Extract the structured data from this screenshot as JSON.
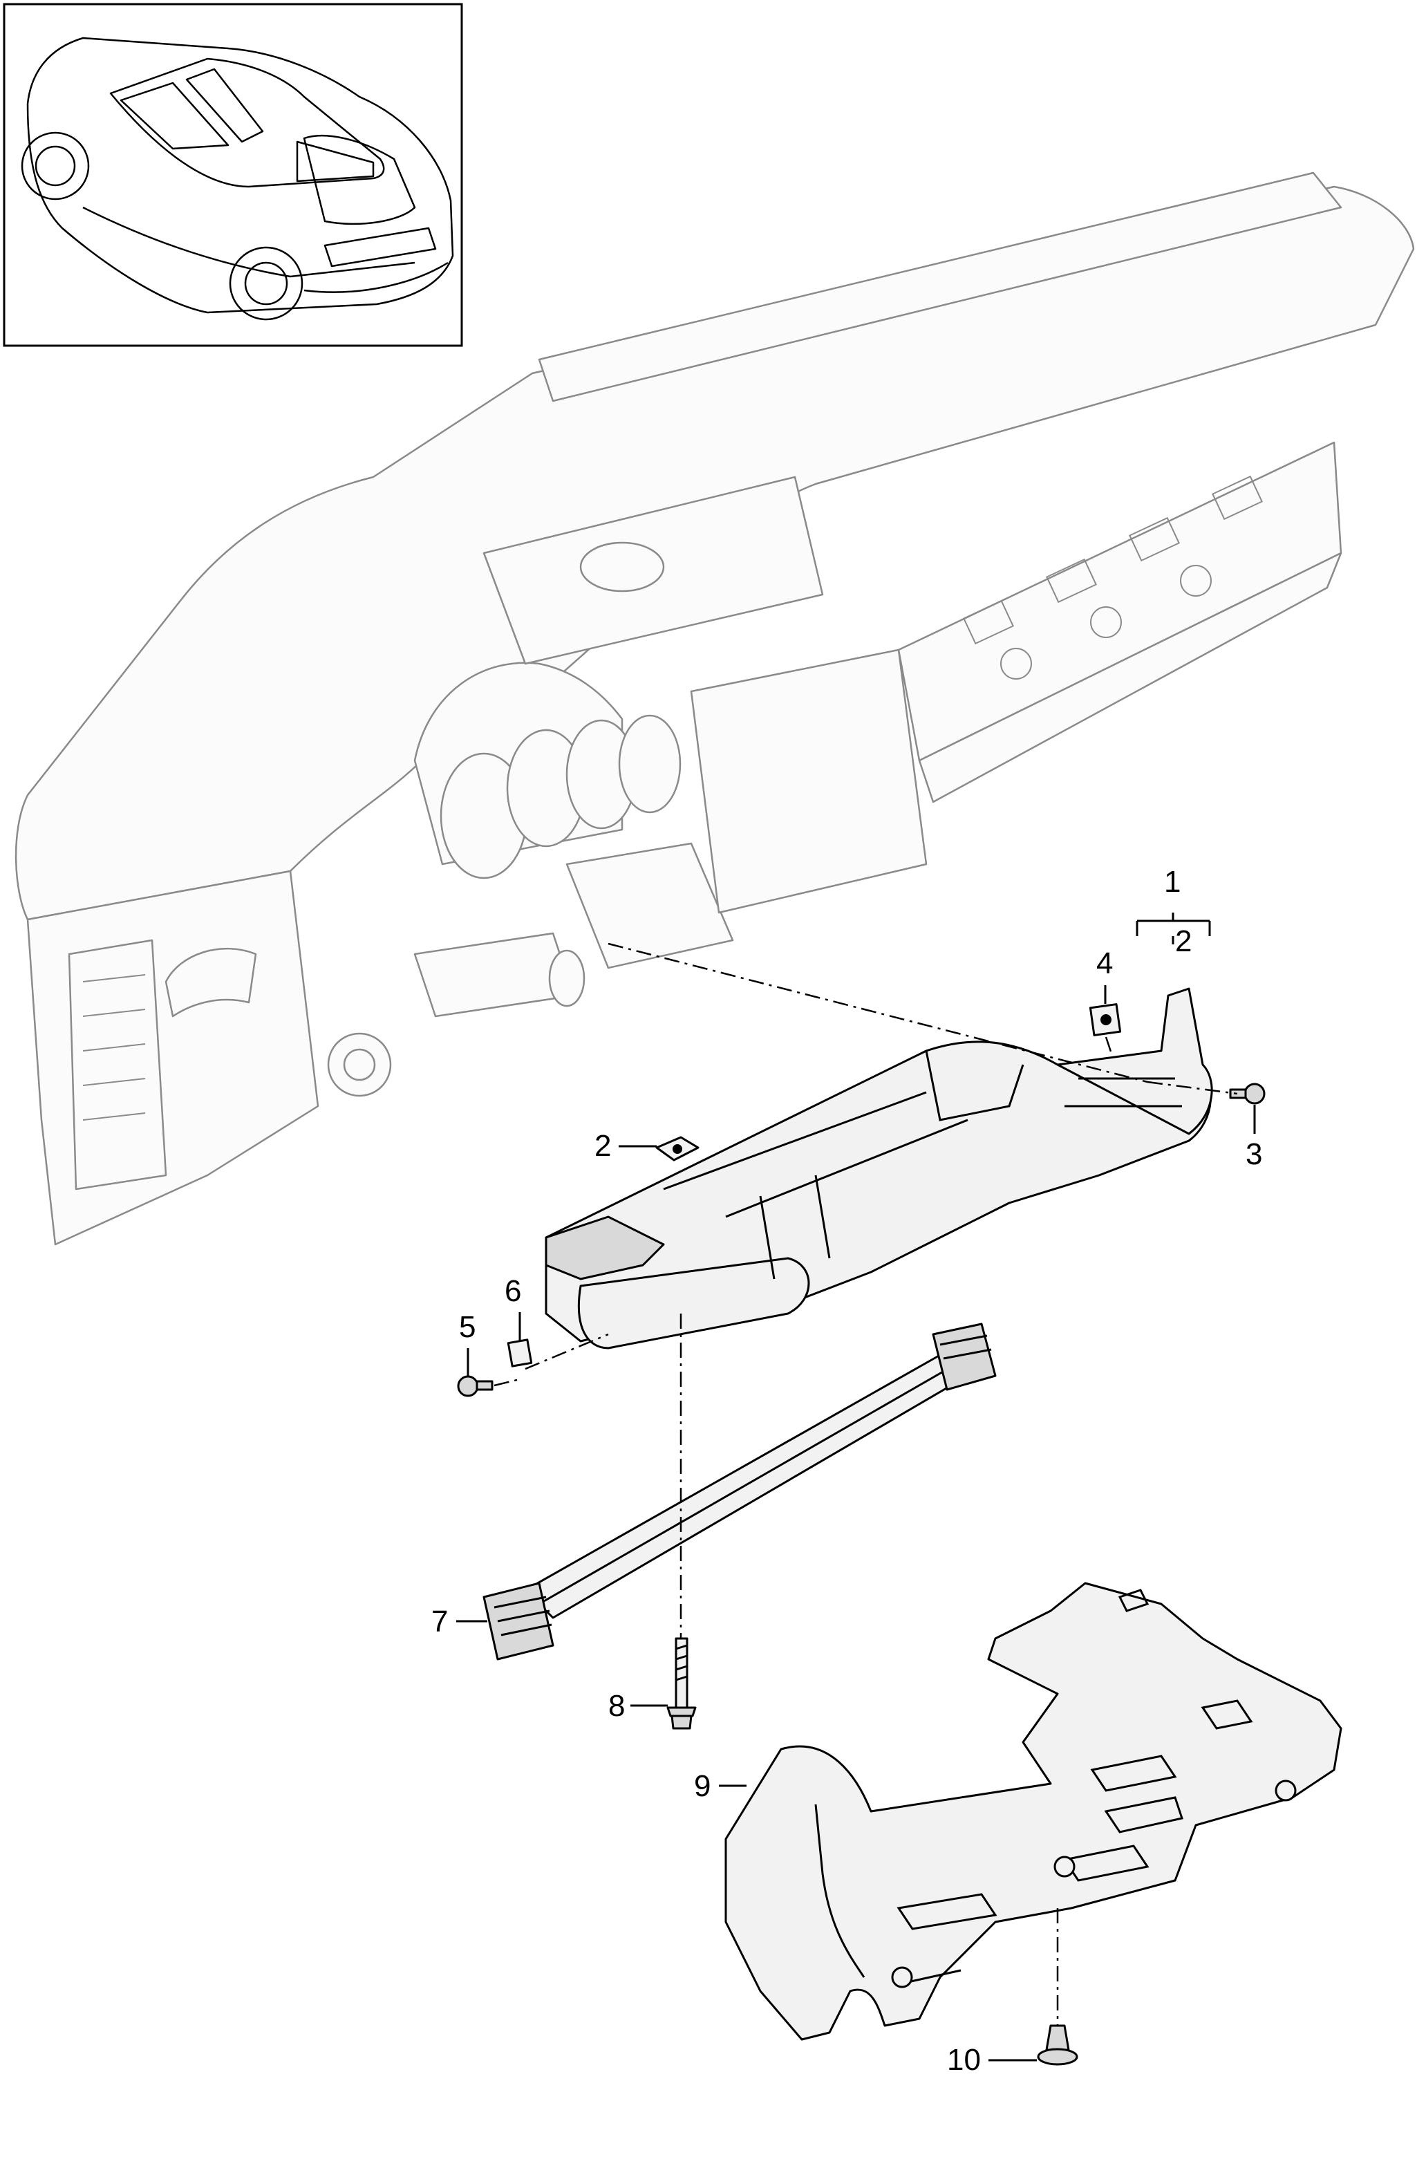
{
  "diagram": {
    "callouts": [
      {
        "id": "1",
        "label": "1"
      },
      {
        "id": "2a",
        "label": "2"
      },
      {
        "id": "2b",
        "label": "2"
      },
      {
        "id": "3",
        "label": "3"
      },
      {
        "id": "4",
        "label": "4"
      },
      {
        "id": "5",
        "label": "5"
      },
      {
        "id": "6",
        "label": "6"
      },
      {
        "id": "7",
        "label": "7"
      },
      {
        "id": "8",
        "label": "8"
      },
      {
        "id": "9",
        "label": "9"
      },
      {
        "id": "10",
        "label": "10"
      }
    ]
  }
}
